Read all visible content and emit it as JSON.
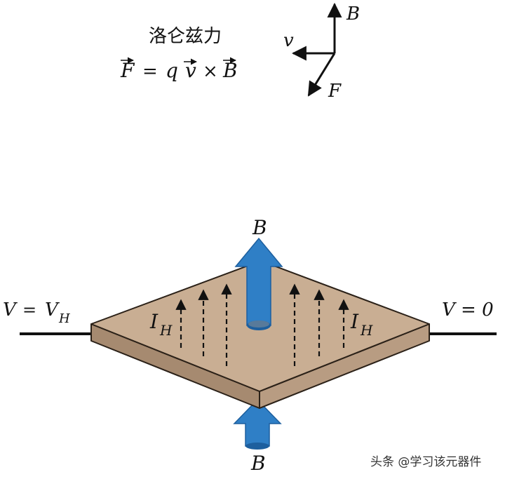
{
  "title_cn": "洛仑兹力",
  "formula": {
    "F": "F",
    "equals": "=",
    "q": "q",
    "v": "v",
    "times": "×",
    "B": "B"
  },
  "vector_diagram": {
    "B_label": "B",
    "v_label": "v",
    "F_label": "F"
  },
  "plate": {
    "field_top_label": "B",
    "field_bottom_label": "B",
    "current_left_label": "I",
    "current_left_sub": "H",
    "current_right_label": "I",
    "current_right_sub": "H",
    "left_voltage": {
      "V": "V",
      "eq": "=",
      "VH": "V",
      "sub": "H"
    },
    "right_voltage": "V = 0"
  },
  "watermark": "头条 @学习该元器件",
  "colors": {
    "plate_top": "#c9ae93",
    "plate_edge": "#a68a70",
    "plate_outline": "#2b2118",
    "arrow_blue": "#2f7fc6",
    "arrow_blue_dark": "#1d5f9e",
    "ink": "#111111"
  }
}
